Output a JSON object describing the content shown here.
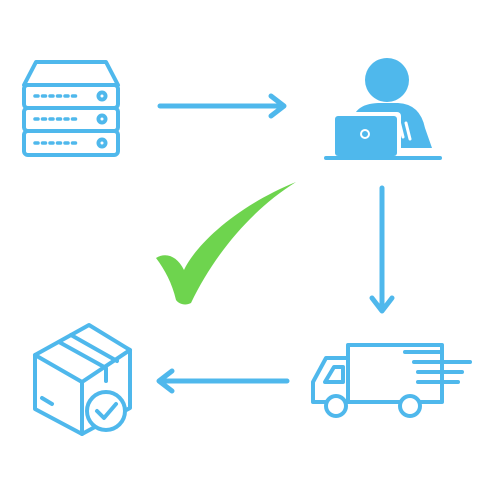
{
  "colors": {
    "stroke": "#4FB8EC",
    "check": "#6ED44E",
    "background": "#FFFFFF"
  },
  "nodes": [
    {
      "id": "server",
      "icon": "server-rack-icon"
    },
    {
      "id": "user",
      "icon": "person-at-laptop-icon"
    },
    {
      "id": "delivery",
      "icon": "delivery-truck-icon"
    },
    {
      "id": "package",
      "icon": "package-checked-icon"
    }
  ],
  "edges": [
    {
      "from": "server",
      "to": "user"
    },
    {
      "from": "user",
      "to": "delivery"
    },
    {
      "from": "delivery",
      "to": "package"
    }
  ],
  "center_icon": "checkmark-icon"
}
